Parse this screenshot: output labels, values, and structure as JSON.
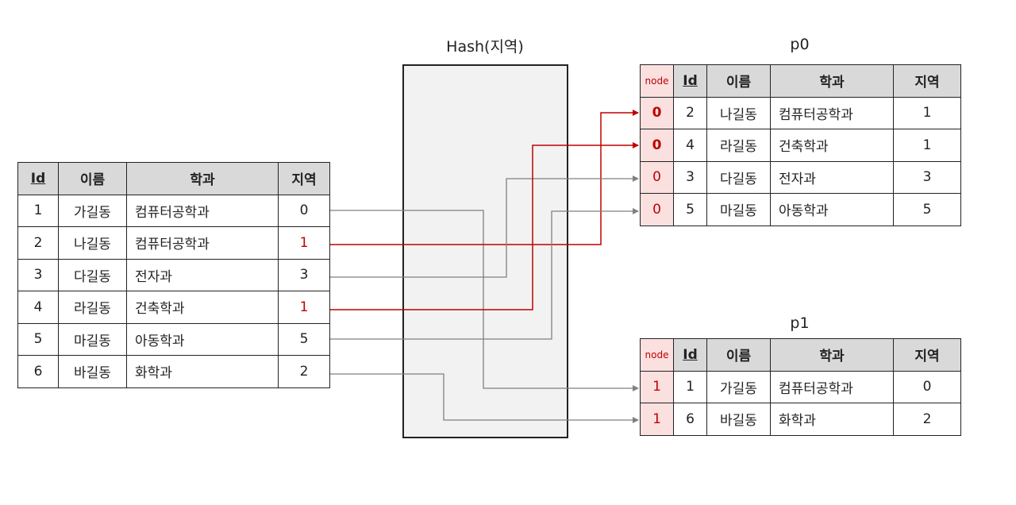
{
  "hash": {
    "title": "Hash(지역)"
  },
  "source": {
    "headers": [
      "Id",
      "이름",
      "학과",
      "지역"
    ],
    "rows": [
      {
        "id": "1",
        "name": "가길동",
        "dept": "컴퓨터공학과",
        "region": "0"
      },
      {
        "id": "2",
        "name": "나길동",
        "dept": "컴퓨터공학과",
        "region": "1"
      },
      {
        "id": "3",
        "name": "다길동",
        "dept": "전자과",
        "region": "3"
      },
      {
        "id": "4",
        "name": "라길동",
        "dept": "건축학과",
        "region": "1"
      },
      {
        "id": "5",
        "name": "마길동",
        "dept": "아동학과",
        "region": "5"
      },
      {
        "id": "6",
        "name": "바길동",
        "dept": "화학과",
        "region": "2"
      }
    ]
  },
  "p0": {
    "title": "p0",
    "headers": [
      "node",
      "Id",
      "이름",
      "학과",
      "지역"
    ],
    "rows": [
      {
        "node": "0",
        "id": "2",
        "name": "나길동",
        "dept": "컴퓨터공학과",
        "region": "1"
      },
      {
        "node": "0",
        "id": "4",
        "name": "라길동",
        "dept": "건축학과",
        "region": "1"
      },
      {
        "node": "0",
        "id": "3",
        "name": "다길동",
        "dept": "전자과",
        "region": "3"
      },
      {
        "node": "0",
        "id": "5",
        "name": "마길동",
        "dept": "아동학과",
        "region": "5"
      }
    ]
  },
  "p1": {
    "title": "p1",
    "headers": [
      "node",
      "Id",
      "이름",
      "학과",
      "지역"
    ],
    "rows": [
      {
        "node": "1",
        "id": "1",
        "name": "가길동",
        "dept": "컴퓨터공학과",
        "region": "0"
      },
      {
        "node": "1",
        "id": "6",
        "name": "바길동",
        "dept": "화학과",
        "region": "2"
      }
    ]
  },
  "colors": {
    "highlight": "#c00000",
    "connector": "#808080",
    "header_bg": "#d9d9d9",
    "node_bg": "#fbe0e0",
    "hash_bg": "#f2f2f2"
  }
}
